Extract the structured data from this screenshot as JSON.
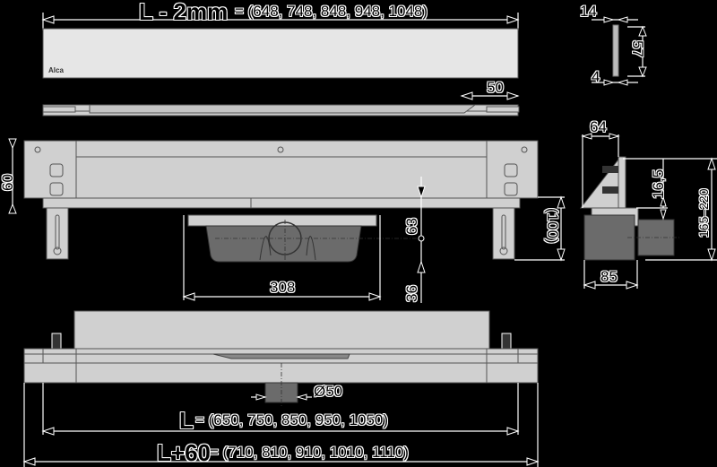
{
  "title": "Shower drain channel technical drawing",
  "top_view": {
    "grate_length_label": "L - 2mm",
    "grate_length_values": "= (648, 748, 848, 948, 1048)",
    "brand_mark": "Alca",
    "flange_dim": "50"
  },
  "grate_profile": {
    "width_dim": "14",
    "height_dim": "57",
    "bottom_dim": "4"
  },
  "front_view": {
    "frame_height_dim": "60",
    "drain_width_dim": "308",
    "outlet_center_dim": "63",
    "min_clearance_dim": "36",
    "leg_height_dim": "(100)"
  },
  "side_view": {
    "top_width_dim": "64",
    "bottom_width_dim": "85",
    "flange_height_dim": "16,5",
    "total_height_dim": "165–220"
  },
  "bottom_view": {
    "outlet_diameter_dim": "Ø50",
    "length_label": "L",
    "length_values": "= (650, 750, 850, 950, 1050)",
    "total_length_label": "L+60",
    "total_length_values": "= (710, 810, 910, 1010, 1110)"
  },
  "colors": {
    "background": "#000000",
    "part_fill": "#d0d0d0",
    "dark_part": "#6b6b6b",
    "line": "#ffffff"
  }
}
